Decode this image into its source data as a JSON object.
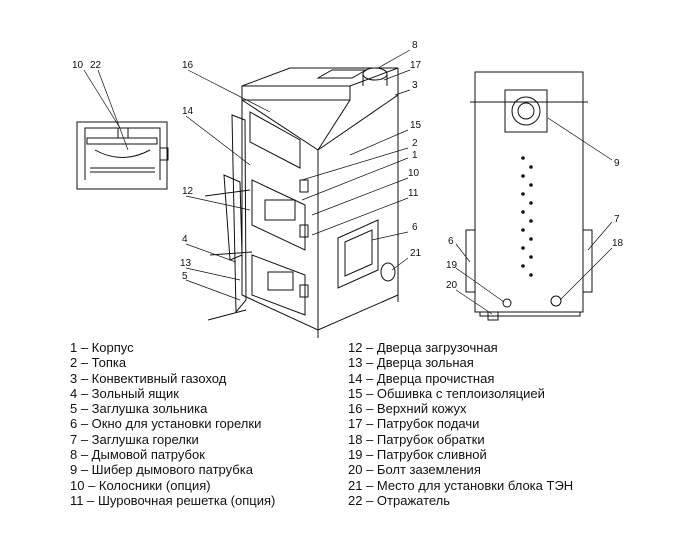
{
  "callouts": {
    "c1": "1",
    "c2": "2",
    "c3": "3",
    "c4": "4",
    "c5": "5",
    "c6": "6",
    "c7": "7",
    "c8": "8",
    "c9": "9",
    "c10": "10",
    "c11": "11",
    "c12": "12",
    "c13": "13",
    "c14": "14",
    "c15": "15",
    "c16": "16",
    "c17": "17",
    "c18": "18",
    "c19": "19",
    "c20": "20",
    "c21": "21",
    "c22": "22"
  },
  "legend": {
    "left": [
      "1 – Корпус",
      "2 – Топка",
      "3 – Конвективный газоход",
      "4 – Зольный ящик",
      "5 – Заглушка зольника",
      "6 – Окно для установки горелки",
      "7 – Заглушка горелки",
      "8 – Дымовой патрубок",
      "9 – Шибер дымового патрубка",
      "10 – Колосники (опция)",
      "11 – Шуровочная решетка (опция)"
    ],
    "right": [
      "12 – Дверца загрузочная",
      "13 – Дверца зольная",
      "14 – Дверца прочистная",
      "15 – Обшивка с теплоизоляцией",
      "16 – Верхний кожух",
      "17 – Патрубок подачи",
      "18 – Патрубок обратки",
      "19 – Патрубок сливной",
      "20 – Болт заземления",
      "21 – Место для установки блока ТЭН",
      "22 – Отражатель"
    ]
  }
}
